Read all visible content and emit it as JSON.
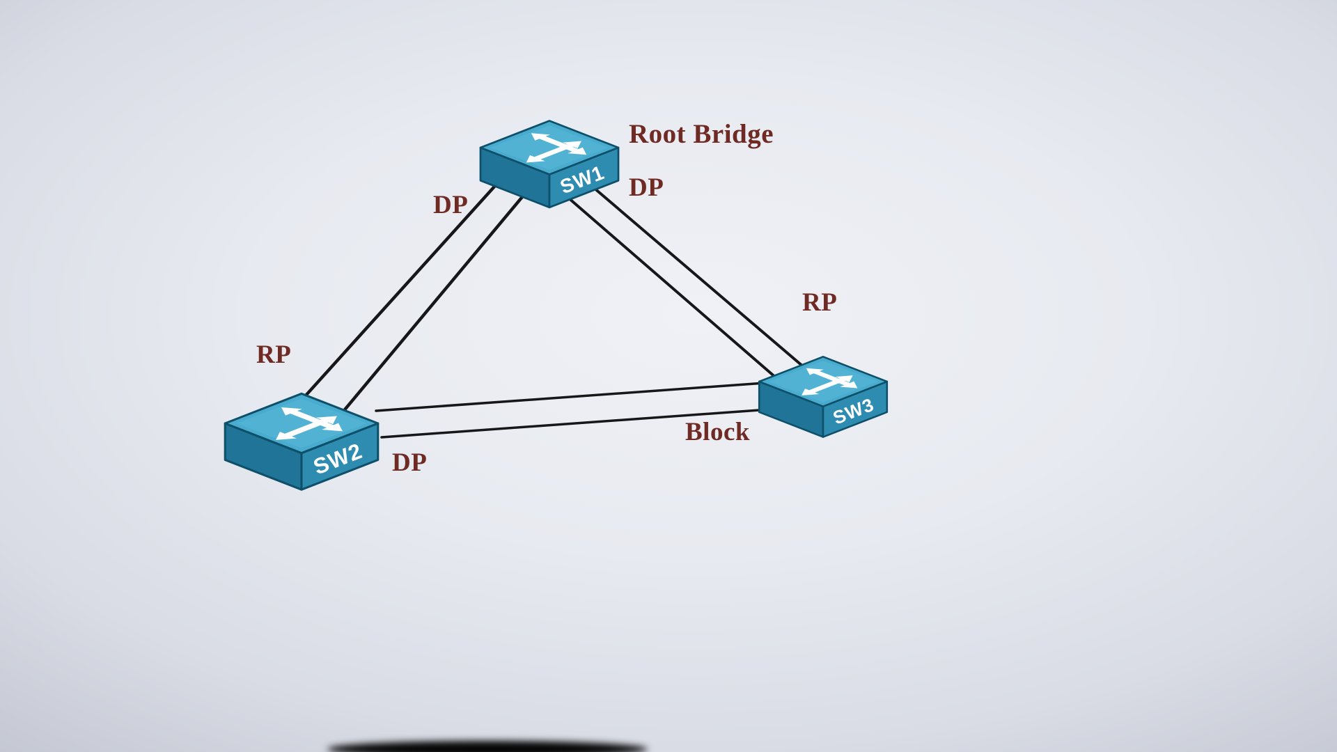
{
  "diagram": {
    "nodes": {
      "sw1": {
        "name": "SW1"
      },
      "sw2": {
        "name": "SW2"
      },
      "sw3": {
        "name": "SW3"
      }
    },
    "labels": {
      "root_bridge": "Root Bridge",
      "sw1_dp_left": "DP",
      "sw1_dp_right": "DP",
      "sw2_rp": "RP",
      "sw2_dp": "DP",
      "sw3_rp": "RP",
      "block": "Block"
    },
    "links": [
      {
        "from": "SW1",
        "to": "SW2",
        "line_style": "double"
      },
      {
        "from": "SW1",
        "to": "SW3",
        "line_style": "double"
      },
      {
        "from": "SW2",
        "to": "SW3",
        "line_style": "double"
      }
    ],
    "colors": {
      "annotation_text": "#6e2a23",
      "switch_top": "#49acce",
      "switch_front": "#2e8cb0",
      "switch_side": "#1f7497",
      "link_line": "#17171a",
      "background_center": "#f0f1f6",
      "background_edge": "#676a72"
    }
  }
}
